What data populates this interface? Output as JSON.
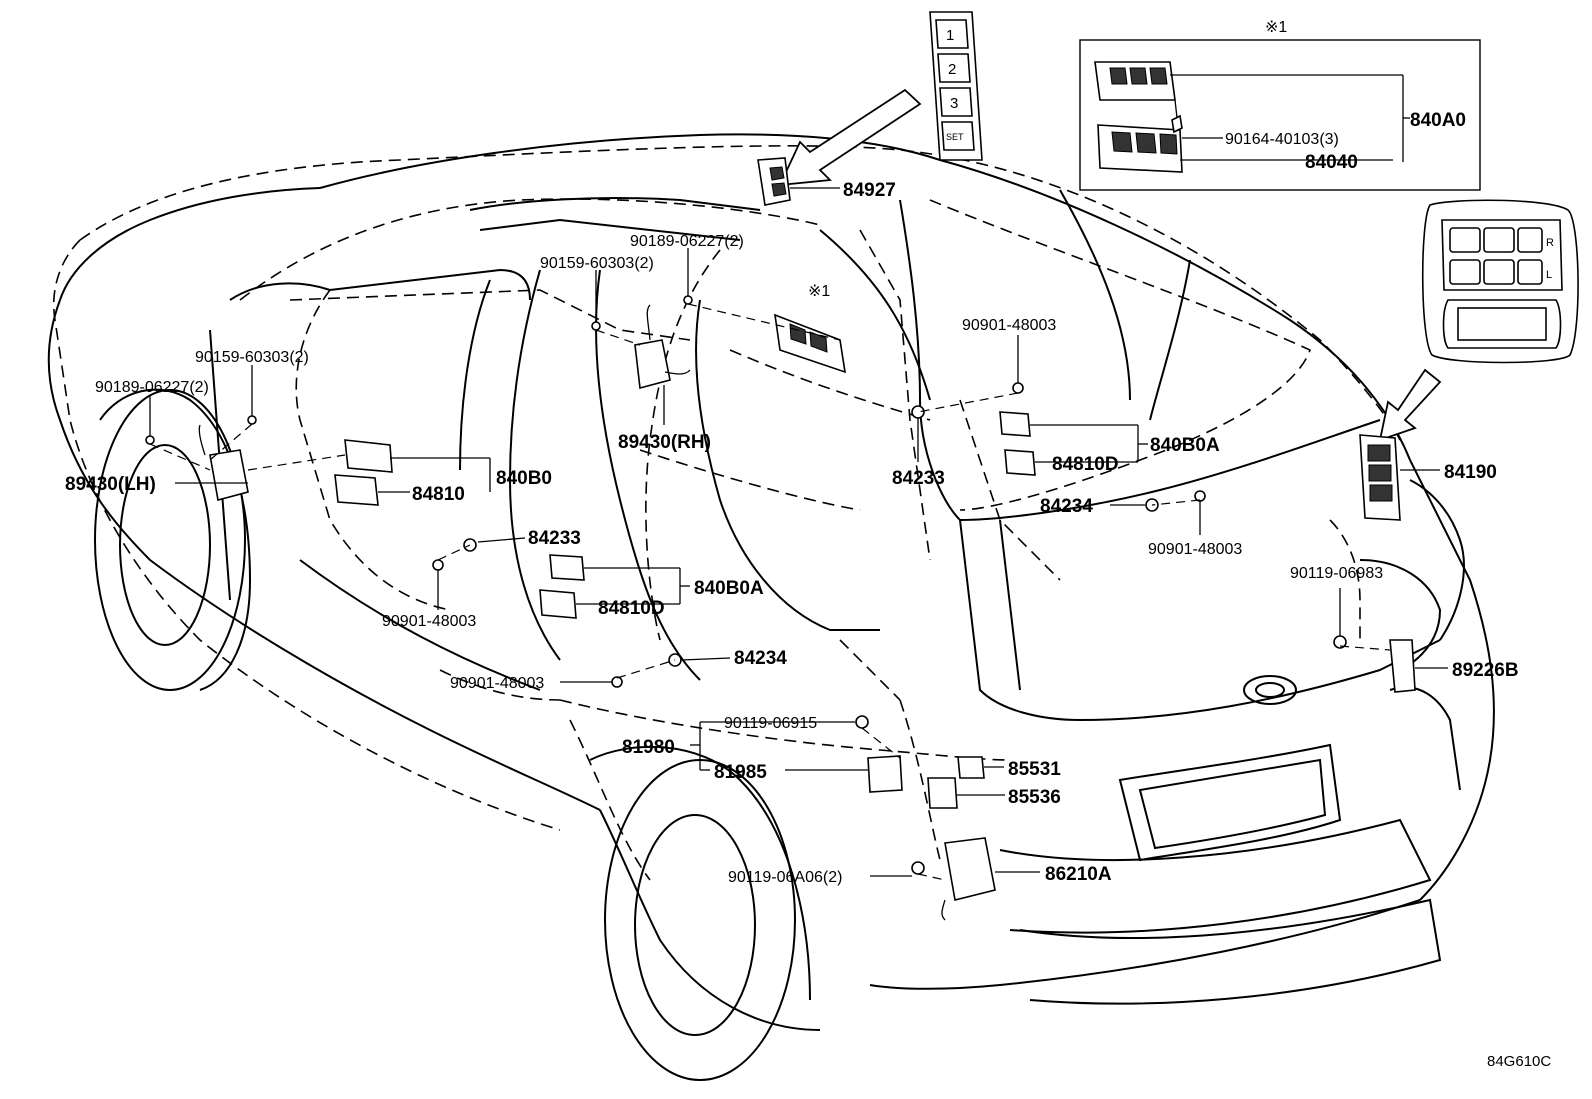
{
  "callouts": [
    {
      "id": "84927",
      "text": "84927"
    },
    {
      "id": "90189-06227-rh",
      "text": "90189-06227(2)"
    },
    {
      "id": "90159-60303-rh",
      "text": "90159-60303(2)"
    },
    {
      "id": "note1-center",
      "text": "※1"
    },
    {
      "id": "90901-48003-a",
      "text": "90901-48003"
    },
    {
      "id": "90159-60303-lh",
      "text": "90159-60303(2)"
    },
    {
      "id": "90189-06227-lh",
      "text": "90189-06227(2)"
    },
    {
      "id": "89430-lh",
      "text": "89430(LH)"
    },
    {
      "id": "89430-rh",
      "text": "89430(RH)"
    },
    {
      "id": "84233-a",
      "text": "84233"
    },
    {
      "id": "840B0A-a",
      "text": "840B0A"
    },
    {
      "id": "84810D-a",
      "text": "84810D"
    },
    {
      "id": "84234-a",
      "text": "84234"
    },
    {
      "id": "90901-48003-b",
      "text": "90901-48003"
    },
    {
      "id": "840B0",
      "text": "840B0"
    },
    {
      "id": "84810",
      "text": "84810"
    },
    {
      "id": "84233-b",
      "text": "84233"
    },
    {
      "id": "840B0A-b",
      "text": "840B0A"
    },
    {
      "id": "84810D-b",
      "text": "84810D"
    },
    {
      "id": "90901-48003-c",
      "text": "90901-48003"
    },
    {
      "id": "84234-b",
      "text": "84234"
    },
    {
      "id": "90901-48003-d",
      "text": "90901-48003"
    },
    {
      "id": "84190",
      "text": "84190"
    },
    {
      "id": "90119-06983",
      "text": "90119-06983"
    },
    {
      "id": "89226B",
      "text": "89226B"
    },
    {
      "id": "90119-06915",
      "text": "90119-06915"
    },
    {
      "id": "81980",
      "text": "81980"
    },
    {
      "id": "81985",
      "text": "81985"
    },
    {
      "id": "85531",
      "text": "85531"
    },
    {
      "id": "85536",
      "text": "85536"
    },
    {
      "id": "90119-06A06",
      "text": "90119-06A06(2)"
    },
    {
      "id": "86210A",
      "text": "86210A"
    }
  ],
  "inset": {
    "note": "※1",
    "labels": {
      "assembly": "840A0",
      "screw": "90164-40103(3)",
      "switch": "84040"
    }
  },
  "seat_switch_panel": {
    "side_labels": [
      "R",
      "L"
    ]
  },
  "memory_switch": {
    "button_labels": [
      "1",
      "2",
      "3",
      "SET"
    ]
  },
  "footer": {
    "diagram_code": "84G610C"
  }
}
